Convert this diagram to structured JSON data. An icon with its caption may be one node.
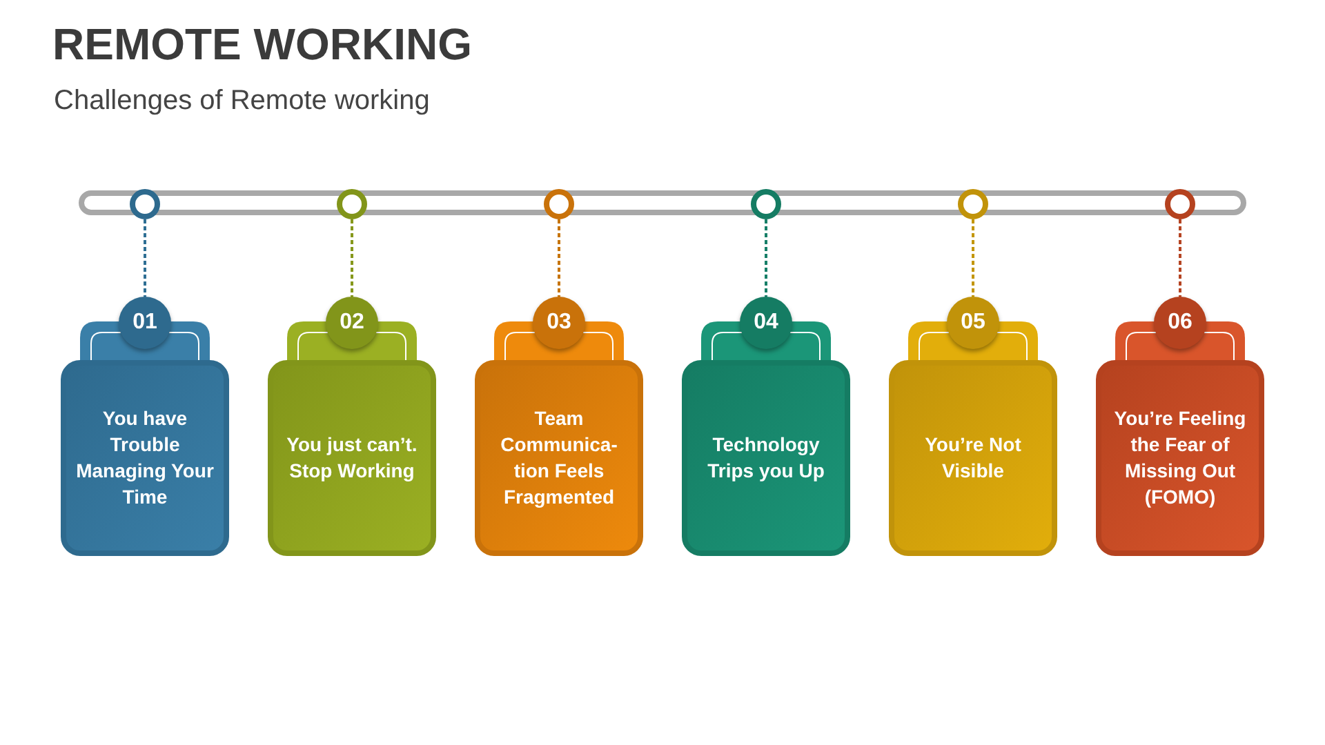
{
  "diagram": {
    "title": "REMOTE WORKING",
    "caption": "Challenges of Remote working",
    "nodes": [
      {
        "text": [],
        "shape": "circle"
      },
      {
        "text": [],
        "shape": "circle"
      },
      {
        "text": [],
        "shape": "circle"
      },
      {
        "text": [],
        "shape": "circle"
      },
      {
        "text": [],
        "shape": "circle"
      },
      {
        "text": [],
        "shape": "circle"
      },
      {
        "text": [
          "01",
          "You have Trouble Managing Your Time"
        ]
      },
      {
        "text": [
          "02",
          "You just can’t. Stop Working"
        ]
      },
      {
        "text": [
          "03",
          "Team Communica- tion Feels Fragmented"
        ]
      },
      {
        "text": [
          "04",
          "Technology Trips you Up"
        ]
      },
      {
        "text": [
          "05",
          "You’re Not Visible"
        ]
      },
      {
        "text": [
          "06",
          "You’re Feeling the Fear of Missing Out (FOMO)"
        ]
      }
    ],
    "edges": [
      {
        "from": 0,
        "to": 6,
        "arrow": "none",
        "style": "dashed",
        "color": "#2f6f94"
      },
      {
        "from": 1,
        "to": 7,
        "arrow": "none",
        "style": "dashed",
        "color": "#86981c"
      },
      {
        "from": 2,
        "to": 8,
        "arrow": "none",
        "style": "dashed",
        "color": "#c7750b"
      },
      {
        "from": 3,
        "to": 9,
        "arrow": "none",
        "style": "dashed",
        "color": "#177f68"
      },
      {
        "from": 4,
        "to": 10,
        "arrow": "none",
        "style": "dashed",
        "color": "#c39608"
      },
      {
        "from": 5,
        "to": 11,
        "arrow": "none",
        "style": "dashed",
        "color": "#b54422"
      }
    ]
  }
}
